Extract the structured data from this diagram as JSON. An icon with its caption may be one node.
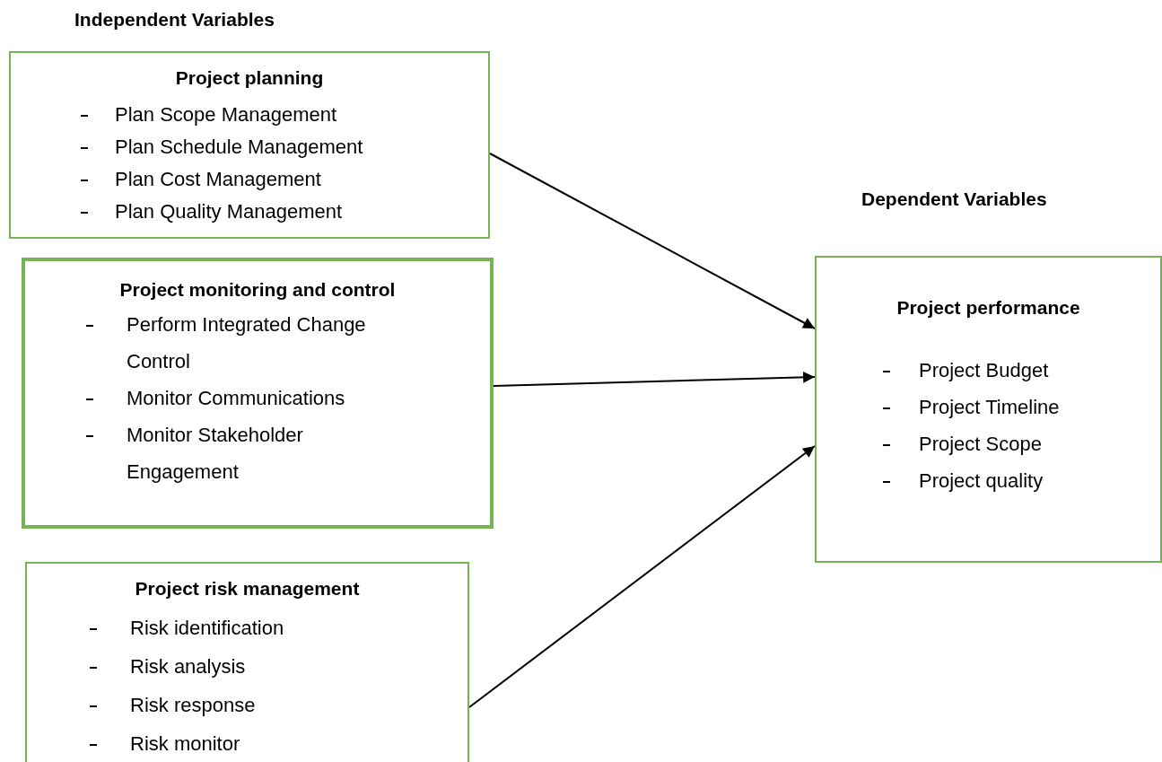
{
  "diagram": {
    "nodes": [
      {
        "text": [
          "Project planning",
          "Plan Scope Management",
          "Plan Schedule Management",
          "Plan Cost Management",
          "Plan Quality Management"
        ]
      },
      {
        "text": [
          "Project monitoring and control",
          "Perform Integrated Change Control",
          "Monitor Communications",
          "Monitor Stakeholder Engagement"
        ]
      },
      {
        "text": [
          "Project risk management",
          "Risk identification",
          "Risk analysis",
          "Risk response",
          "Risk monitor"
        ]
      },
      {
        "text": [
          "Project performance",
          "Project Budget",
          "Project Timeline",
          "Project Scope",
          "Project quality"
        ]
      }
    ],
    "edges": [
      {
        "from": 0,
        "to": 3,
        "arrow": "to"
      },
      {
        "from": 1,
        "to": 3,
        "arrow": "to"
      },
      {
        "from": 2,
        "to": 3,
        "arrow": "to"
      }
    ],
    "labels": [
      "Independent Variables",
      "Dependent Variables"
    ]
  }
}
